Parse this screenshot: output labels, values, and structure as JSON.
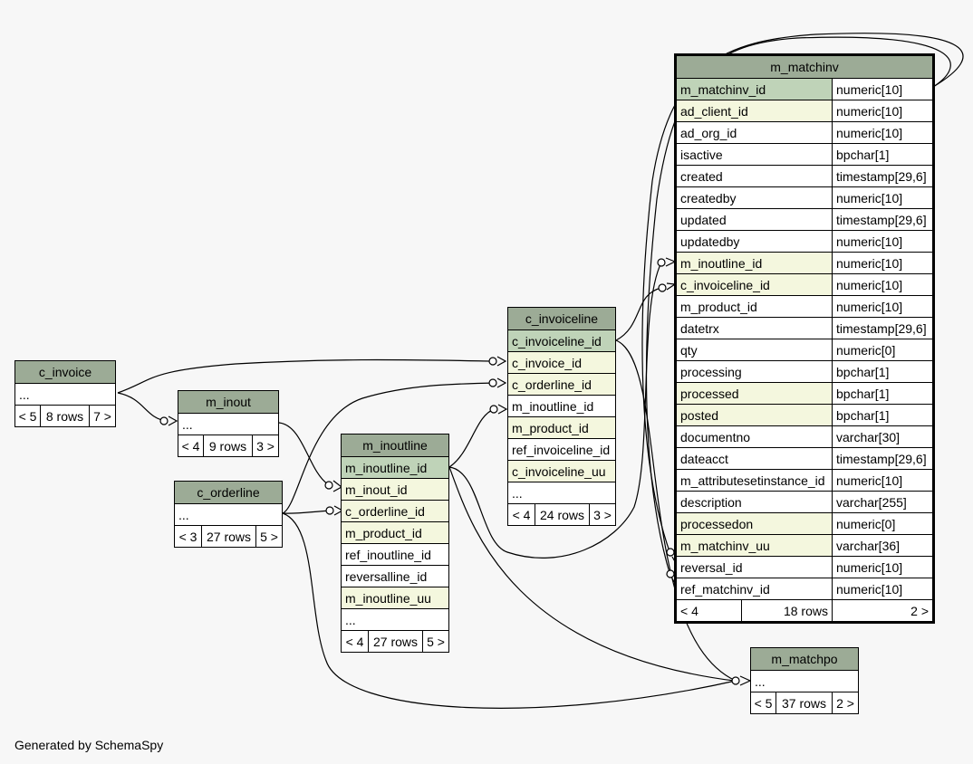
{
  "tables": {
    "c_invoice": {
      "name": "c_invoice",
      "columns": [],
      "ellipsis": "...",
      "nav": {
        "prev": "< 5",
        "rows": "8 rows",
        "next": "7 >"
      }
    },
    "m_inout": {
      "name": "m_inout",
      "columns": [],
      "ellipsis": "...",
      "nav": {
        "prev": "< 4",
        "rows": "9 rows",
        "next": "3 >"
      }
    },
    "c_orderline": {
      "name": "c_orderline",
      "columns": [],
      "ellipsis": "...",
      "nav": {
        "prev": "< 3",
        "rows": "27 rows",
        "next": "5 >"
      }
    },
    "m_inoutline": {
      "name": "m_inoutline",
      "columns": [
        {
          "name": "m_inoutline_id",
          "kind": "pk"
        },
        {
          "name": "m_inout_id",
          "kind": "fk"
        },
        {
          "name": "c_orderline_id",
          "kind": "fk"
        },
        {
          "name": "m_product_id",
          "kind": "fk"
        },
        {
          "name": "ref_inoutline_id",
          "kind": "plain"
        },
        {
          "name": "reversalline_id",
          "kind": "plain"
        },
        {
          "name": "m_inoutline_uu",
          "kind": "fk"
        }
      ],
      "ellipsis": "...",
      "nav": {
        "prev": "< 4",
        "rows": "27 rows",
        "next": "5 >"
      }
    },
    "c_invoiceline": {
      "name": "c_invoiceline",
      "columns": [
        {
          "name": "c_invoiceline_id",
          "kind": "pk"
        },
        {
          "name": "c_invoice_id",
          "kind": "fk"
        },
        {
          "name": "c_orderline_id",
          "kind": "fk"
        },
        {
          "name": "m_inoutline_id",
          "kind": "plain"
        },
        {
          "name": "m_product_id",
          "kind": "fk"
        },
        {
          "name": "ref_invoiceline_id",
          "kind": "plain"
        },
        {
          "name": "c_invoiceline_uu",
          "kind": "fk"
        }
      ],
      "ellipsis": "...",
      "nav": {
        "prev": "< 4",
        "rows": "24 rows",
        "next": "3 >"
      }
    },
    "m_matchpo": {
      "name": "m_matchpo",
      "columns": [],
      "ellipsis": "...",
      "nav": {
        "prev": "< 5",
        "rows": "37 rows",
        "next": "2 >"
      }
    },
    "m_matchinv": {
      "name": "m_matchinv",
      "columns": [
        {
          "name": "m_matchinv_id",
          "type": "numeric[10]",
          "kind": "pk"
        },
        {
          "name": "ad_client_id",
          "type": "numeric[10]",
          "kind": "fk"
        },
        {
          "name": "ad_org_id",
          "type": "numeric[10]",
          "kind": "plain"
        },
        {
          "name": "isactive",
          "type": "bpchar[1]",
          "kind": "plain"
        },
        {
          "name": "created",
          "type": "timestamp[29,6]",
          "kind": "plain"
        },
        {
          "name": "createdby",
          "type": "numeric[10]",
          "kind": "plain"
        },
        {
          "name": "updated",
          "type": "timestamp[29,6]",
          "kind": "plain"
        },
        {
          "name": "updatedby",
          "type": "numeric[10]",
          "kind": "plain"
        },
        {
          "name": "m_inoutline_id",
          "type": "numeric[10]",
          "kind": "fk"
        },
        {
          "name": "c_invoiceline_id",
          "type": "numeric[10]",
          "kind": "fk"
        },
        {
          "name": "m_product_id",
          "type": "numeric[10]",
          "kind": "plain"
        },
        {
          "name": "datetrx",
          "type": "timestamp[29,6]",
          "kind": "plain"
        },
        {
          "name": "qty",
          "type": "numeric[0]",
          "kind": "plain"
        },
        {
          "name": "processing",
          "type": "bpchar[1]",
          "kind": "plain"
        },
        {
          "name": "processed",
          "type": "bpchar[1]",
          "kind": "fk"
        },
        {
          "name": "posted",
          "type": "bpchar[1]",
          "kind": "fk"
        },
        {
          "name": "documentno",
          "type": "varchar[30]",
          "kind": "plain"
        },
        {
          "name": "dateacct",
          "type": "timestamp[29,6]",
          "kind": "plain"
        },
        {
          "name": "m_attributesetinstance_id",
          "type": "numeric[10]",
          "kind": "plain"
        },
        {
          "name": "description",
          "type": "varchar[255]",
          "kind": "plain"
        },
        {
          "name": "processedon",
          "type": "numeric[0]",
          "kind": "fk"
        },
        {
          "name": "m_matchinv_uu",
          "type": "varchar[36]",
          "kind": "fk"
        },
        {
          "name": "reversal_id",
          "type": "numeric[10]",
          "kind": "plain"
        },
        {
          "name": "ref_matchinv_id",
          "type": "numeric[10]",
          "kind": "plain"
        }
      ],
      "nav": {
        "prev": "< 4",
        "rows": "18 rows",
        "next": "2 >"
      }
    }
  },
  "colors": {
    "header": "#9cab96",
    "primary_key": "#bfd3b8",
    "foreign_key": "#f4f7de"
  },
  "footer": "Generated by SchemaSpy"
}
